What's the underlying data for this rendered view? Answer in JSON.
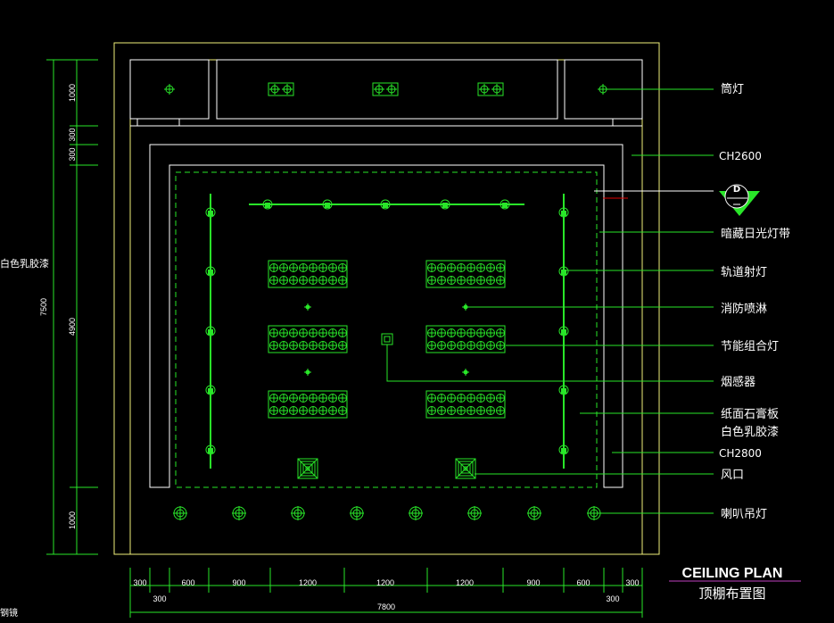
{
  "drawing": {
    "title": "CEILING PLAN",
    "subtitle": "顶棚布置图"
  },
  "legend_labels": [
    "筒灯",
    "CH2600",
    "暗藏日光灯带",
    "轨道射灯",
    "消防喷淋",
    "节能组合灯",
    "烟感器",
    "纸面石膏板",
    "白色乳胶漆",
    "CH2800",
    "风口",
    "喇叭吊灯"
  ],
  "section_marker": "D",
  "left_note": "白色乳胶漆",
  "bottom_left_note": "钢镜",
  "dimensions": {
    "vertical_left": [
      "1000",
      "300",
      "300",
      "4900",
      "1000"
    ],
    "vertical_total": "7500",
    "bottom_row1": [
      "300",
      "600",
      "900",
      "1200",
      "1200",
      "1200",
      "900",
      "600",
      "300"
    ],
    "bottom_row2": [
      "300",
      "300"
    ],
    "bottom_total": "7800"
  },
  "colors": {
    "wall": "#f0f07a",
    "ceiling": "#ffffff",
    "fixtures": "#29e629",
    "leader_marker": "#e00000",
    "title_underline": "#c040c0"
  }
}
